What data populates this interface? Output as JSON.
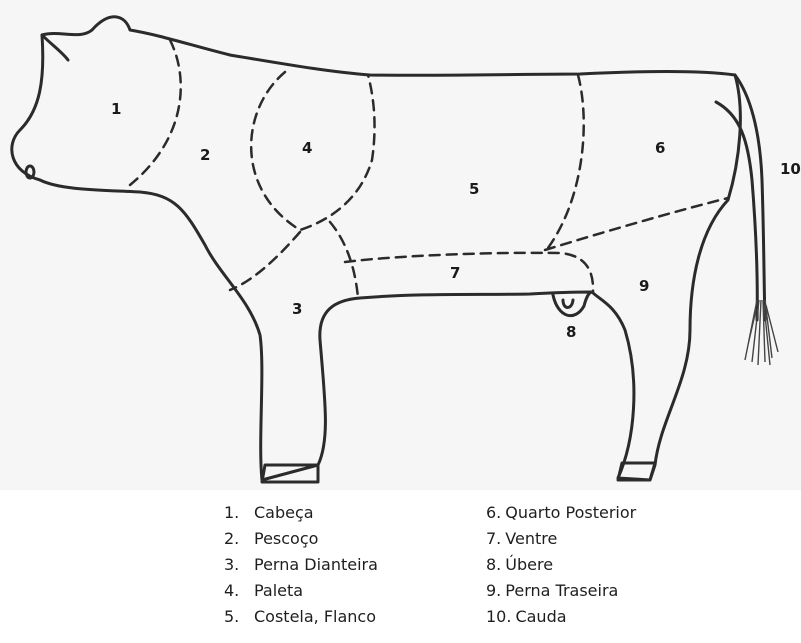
{
  "diagram": {
    "regions": [
      {
        "id": 1,
        "label": "1"
      },
      {
        "id": 2,
        "label": "2"
      },
      {
        "id": 3,
        "label": "3"
      },
      {
        "id": 4,
        "label": "4"
      },
      {
        "id": 5,
        "label": "5"
      },
      {
        "id": 6,
        "label": "6"
      },
      {
        "id": 7,
        "label": "7"
      },
      {
        "id": 8,
        "label": "8"
      },
      {
        "id": 9,
        "label": "9"
      },
      {
        "id": 10,
        "label": "10"
      }
    ]
  },
  "legend": {
    "left": [
      {
        "num": "1.",
        "name": "Cabeça"
      },
      {
        "num": "2.",
        "name": "Pescoço"
      },
      {
        "num": "3.",
        "name": "Perna Dianteira"
      },
      {
        "num": "4.",
        "name": "Paleta"
      },
      {
        "num": "5.",
        "name": "Costela, Flanco"
      }
    ],
    "right": [
      {
        "num": "6.",
        "name": "Quarto Posterior"
      },
      {
        "num": "7.",
        "name": "Ventre"
      },
      {
        "num": "8.",
        "name": "Úbere"
      },
      {
        "num": "9.",
        "name": "Perna Traseira"
      },
      {
        "num": "10.",
        "name": "Cauda"
      }
    ]
  }
}
